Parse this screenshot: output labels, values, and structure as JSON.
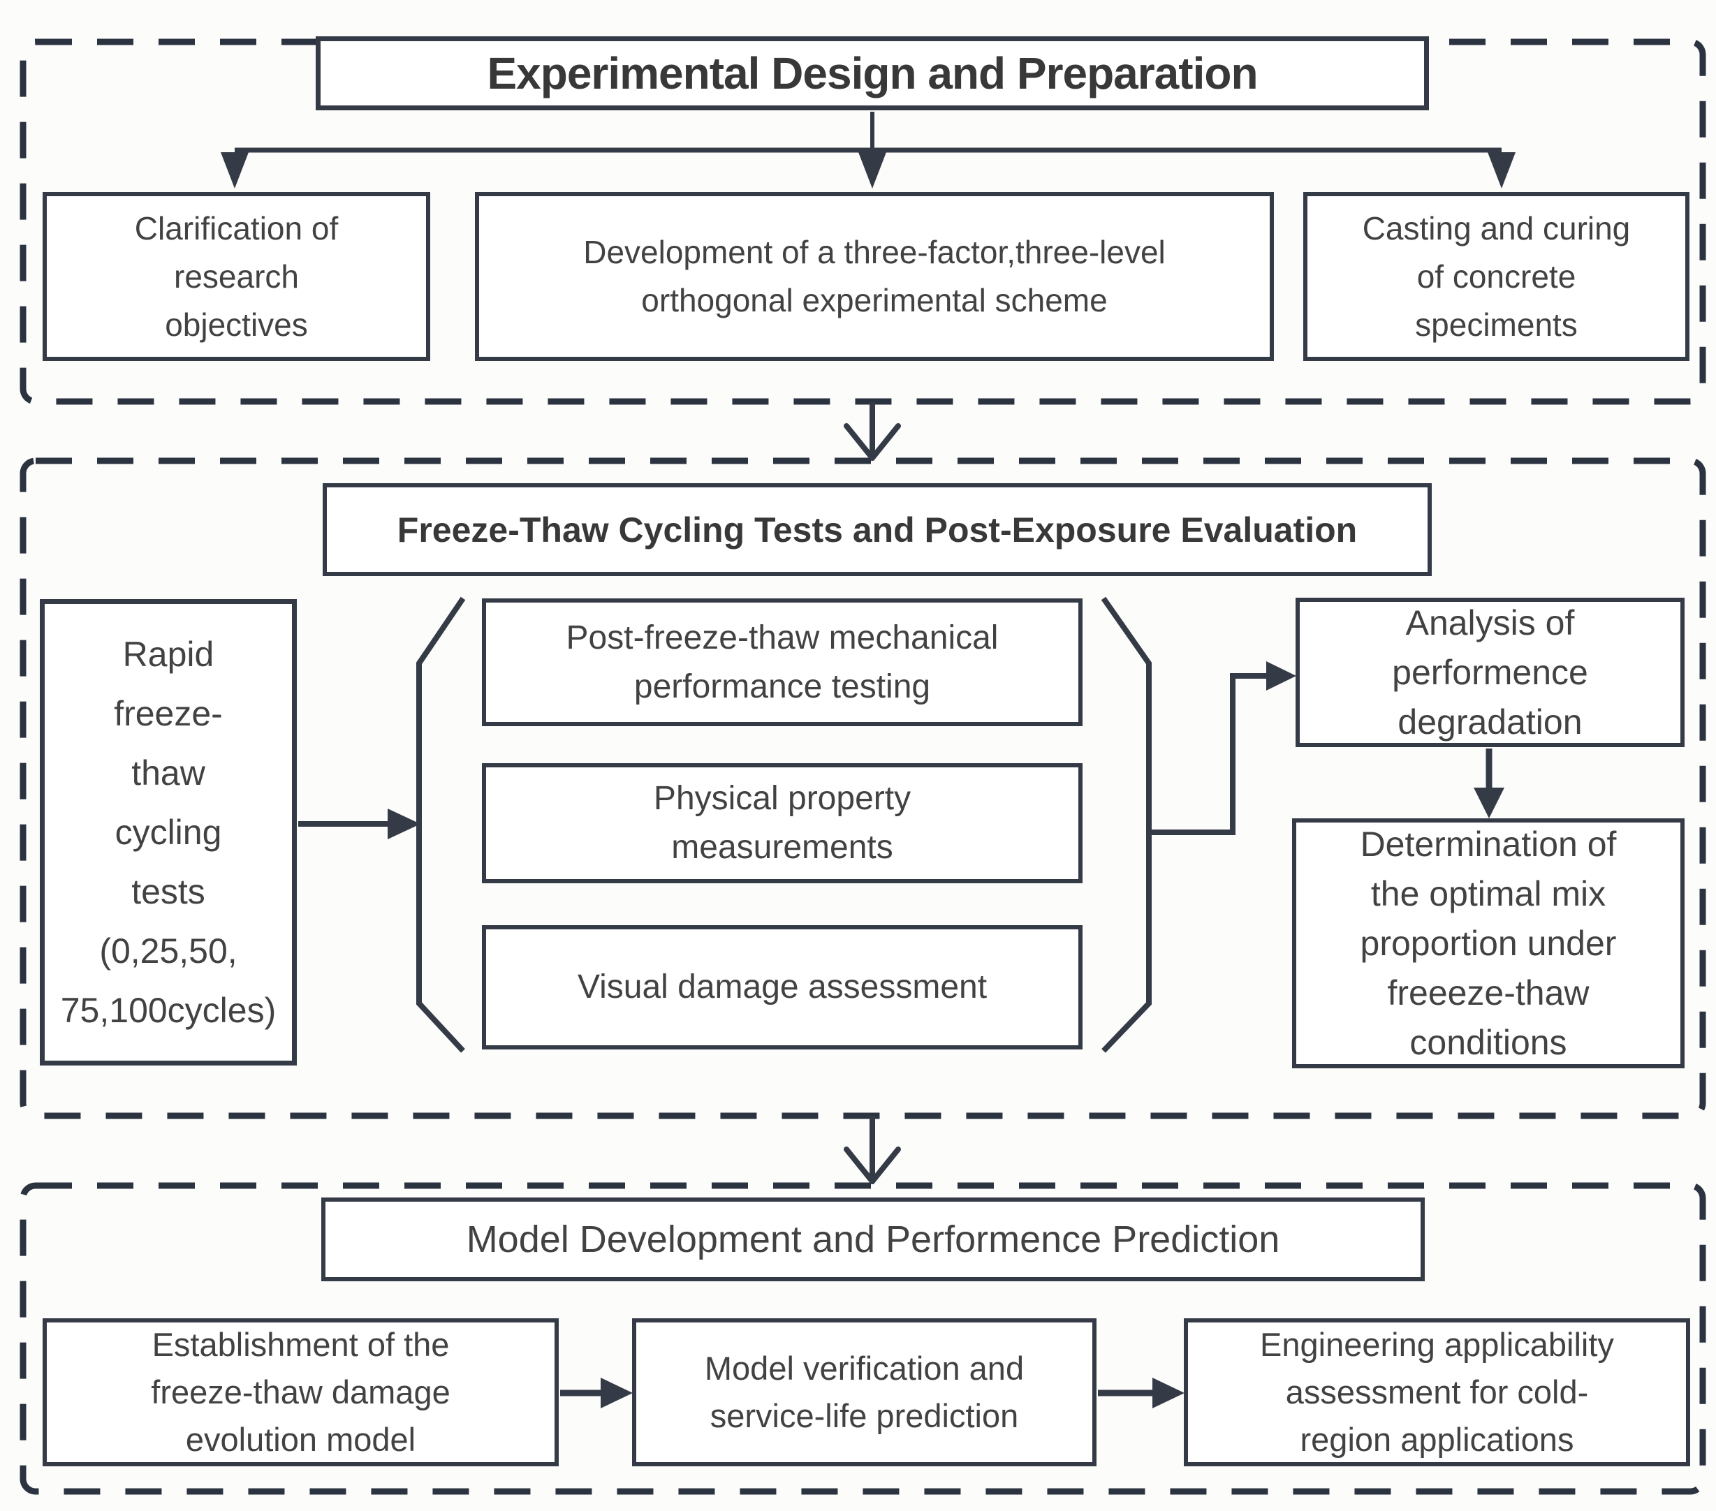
{
  "colors": {
    "line": "#353b46",
    "dash": "#2b3240",
    "text": "#424242",
    "title_text": "#383838",
    "box_bg": "#ffffff",
    "page_bg": "#fcfcfb"
  },
  "sections": {
    "design": {
      "title": "Experimental Design and Preparation",
      "boxes": {
        "clarification": {
          "lines": [
            "Clarification of",
            "research",
            "objectives"
          ]
        },
        "orthogonal": {
          "lines": [
            "Development of a three-factor,three-level",
            "orthogonal experimental scheme"
          ]
        },
        "casting": {
          "lines": [
            "Casting and curing",
            "of concrete",
            "speciments"
          ]
        }
      }
    },
    "freeze_thaw": {
      "title": "Freeze-Thaw Cycling Tests and Post-Exposure Evaluation",
      "rapid_tests": {
        "lines": [
          "Rapid",
          "freeze-",
          "thaw",
          "cycling",
          "tests",
          "(0,25,50,",
          "75,100cycles)"
        ]
      },
      "evaluations": {
        "mechanical": {
          "lines": [
            "Post-freeze-thaw mechanical",
            "performance testing"
          ]
        },
        "physical": {
          "lines": [
            "Physical property",
            "measurements"
          ]
        },
        "visual": {
          "lines": [
            "Visual damage assessment"
          ]
        }
      },
      "analysis": {
        "lines": [
          "Analysis of",
          "performence",
          "degradation"
        ]
      },
      "determination": {
        "lines": [
          "Determination of",
          "the optimal mix",
          "proportion under",
          "freeeze-thaw",
          "conditions"
        ]
      }
    },
    "model": {
      "title": "Model Development and Performence Prediction",
      "boxes": {
        "establishment": {
          "lines": [
            "Establishment of the",
            "freeze-thaw damage",
            "evolution model"
          ]
        },
        "verification": {
          "lines": [
            "Model verification and",
            "service-life prediction"
          ]
        },
        "applicability": {
          "lines": [
            "Engineering applicability",
            "assessment for cold-",
            "region applications"
          ]
        }
      }
    }
  }
}
